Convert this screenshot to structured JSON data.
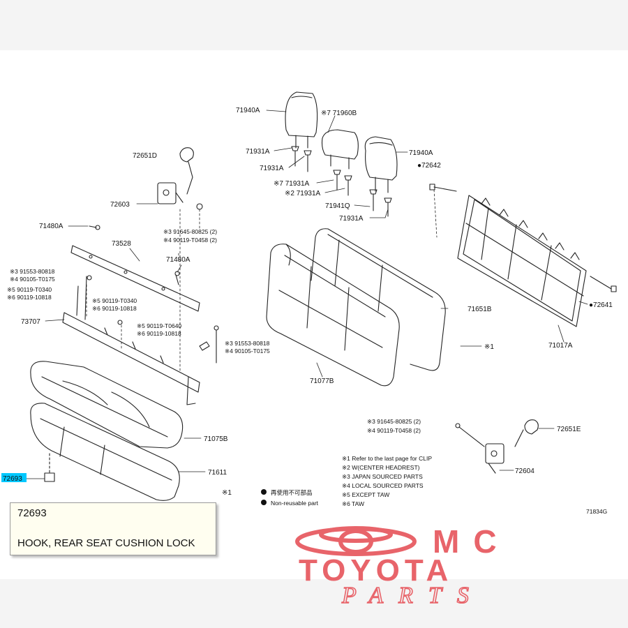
{
  "colors": {
    "brand": "#e8646a",
    "highlight": "#00c8ff",
    "tooltip_bg": "#fffef0"
  },
  "tooltip": {
    "part_number": "72693",
    "description": "HOOK, REAR SEAT CUSHION LOCK"
  },
  "diagram_id": "71834G",
  "brand": {
    "top_letters": "MC",
    "line2": "TOYOTA",
    "line3": "PARTS",
    "logo_icon": "toyota-emblem-icon"
  },
  "callouts": {
    "c71940A_top": "71940A",
    "c71960B": "※7 71960B",
    "c72651D": "72651D",
    "c71931A_1": "71931A",
    "c71931A_2": "71931A",
    "c71940A_right": "71940A",
    "c72642": "●72642",
    "c71931A_3": "※7 71931A",
    "c71931A_4": "※2 71931A",
    "c72603": "72603",
    "c71941Q": "71941Q",
    "c71931A_5": "71931A",
    "c71480A_left": "71480A",
    "c91645_top": "※3 91645-80825 (2)",
    "c90119_top": "※4 90119-T0458 (2)",
    "c73528": "73528",
    "c71480A_mid": "71480A",
    "c91553_l": "※3 91553-80818",
    "c90105_l": "※4 90105-T0175",
    "c90119_l1": "※5 90119-T0340",
    "c90119_l2": "※6 90119-10818",
    "c90119_m1": "※5 90119-T0340",
    "c90119_m2": "※6 90119-10818",
    "c73707": "73707",
    "c90119_m3": "※5 90119-T0640",
    "c90119_m4": "※6 90119-10818",
    "c91553_r": "※3 91553-80818",
    "c90105_r": "※4 90105-T0175",
    "c71651B": "71651B",
    "c72641": "●72641",
    "c_star1": "※1",
    "c71017A": "71017A",
    "c71077B": "71077B",
    "c71075B": "71075B",
    "c91645_bot": "※3 91645-80825 (2)",
    "c90119_bot": "※4 90119-T0458 (2)",
    "c72651E": "72651E",
    "c72693": "72693",
    "c71611": "71611",
    "c72604": "72604",
    "c_star1_b": "※1"
  },
  "notes": [
    "※1 Refer to the last page for CLIP",
    "※2 W(CENTER HEADREST)",
    "※3 JAPAN SOURCED PARTS",
    "※4 LOCAL SOURCED PARTS",
    "※5 EXCEPT TAW",
    "※6 TAW"
  ],
  "legend": [
    {
      "icon": "filled-dot-icon",
      "text": "再使用不可部品"
    },
    {
      "icon": "filled-dot-icon",
      "text": "Non-reusable part"
    }
  ]
}
